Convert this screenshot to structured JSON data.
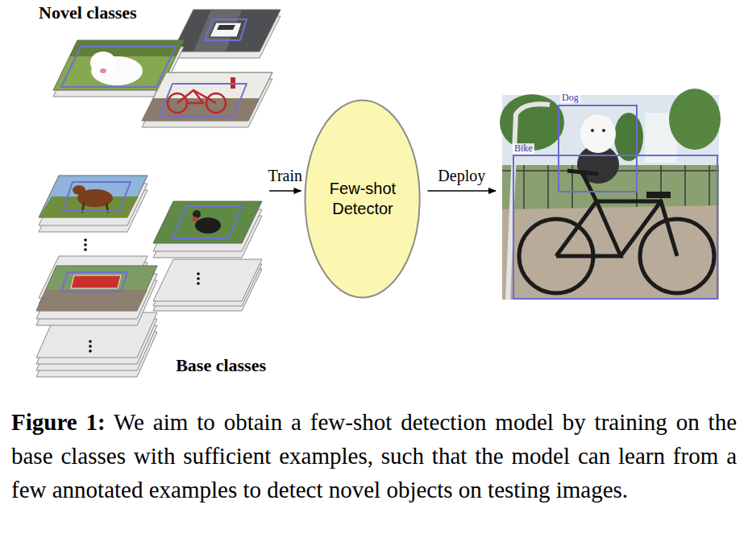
{
  "diagram": {
    "caption": "Figure 1: We aim to obtain a few-shot detection model by training on the base classes with sufficient examples, such that the model can learn from a few annotated examples to detect novel objects on testing images.",
    "nodes": [
      {
        "text": [
          "Novel classes"
        ]
      },
      {
        "text": [
          "Base classes"
        ]
      },
      {
        "text": [
          "Few-shot Detector"
        ]
      },
      {
        "text": [
          "Dog",
          "Bike"
        ]
      }
    ],
    "edges": [
      {
        "from": 1,
        "to": 2,
        "arrow": "to",
        "label": "Train"
      },
      {
        "from": 2,
        "to": 3,
        "arrow": "to",
        "label": "Deploy"
      }
    ]
  }
}
